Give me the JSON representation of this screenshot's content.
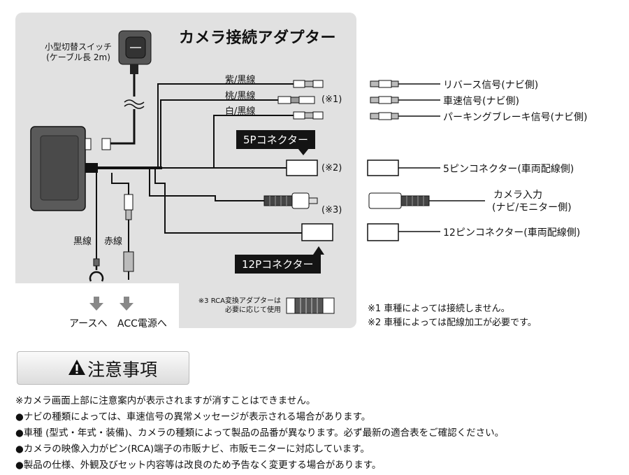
{
  "diagram": {
    "title": "カメラ接続アダプター",
    "switch_label": "小型切替スイッチ",
    "switch_cable": "(ケーブル長 2m)",
    "wire_labels": [
      "紫/黒線",
      "桃/黒線",
      "白/黒線"
    ],
    "note_marks": [
      "(※1)",
      "(※2)",
      "(※3)"
    ],
    "tag_5p": "5Pコネクター",
    "tag_12p": "12Pコネクター",
    "left_wires": [
      "黒線",
      "赤線"
    ],
    "earth": "アースへ",
    "acc": "ACC電源へ",
    "rca_note": [
      "※3 RCA変換アダプターは",
      "必要に応じて使用"
    ],
    "right_labels": [
      "リバース信号(ナビ側)",
      "車速信号(ナビ側)",
      "パーキングブレーキ信号(ナビ側)",
      "5ピンコネクター(車両配線側)",
      "カメラ入力",
      "(ナビ/モニター側)",
      "12ピンコネクター(車両配線側)"
    ],
    "footnotes": [
      "※1 車種によっては接続しません。",
      "※2 車種によっては配線加工が必要です。"
    ]
  },
  "caution": {
    "icon": "warning-triangle-icon",
    "title": "注意事項",
    "items": [
      "※カメラ画面上部に注意案内が表示されますが消すことはできません。",
      "●ナビの種類によっては、車速信号の異常メッセージが表示される場合があります。",
      "●車種 (型式・年式・装備)、カメラの種類によって製品の品番が異なります。必ず最新の適合表をご確認ください。",
      "●カメラの映像入力がピン(RCA)端子の市販ナビ、市販モニターに対応しています。",
      "●製品の仕様、外観及びセット内容等は改良のため予告なく変更する場合があります。"
    ]
  }
}
